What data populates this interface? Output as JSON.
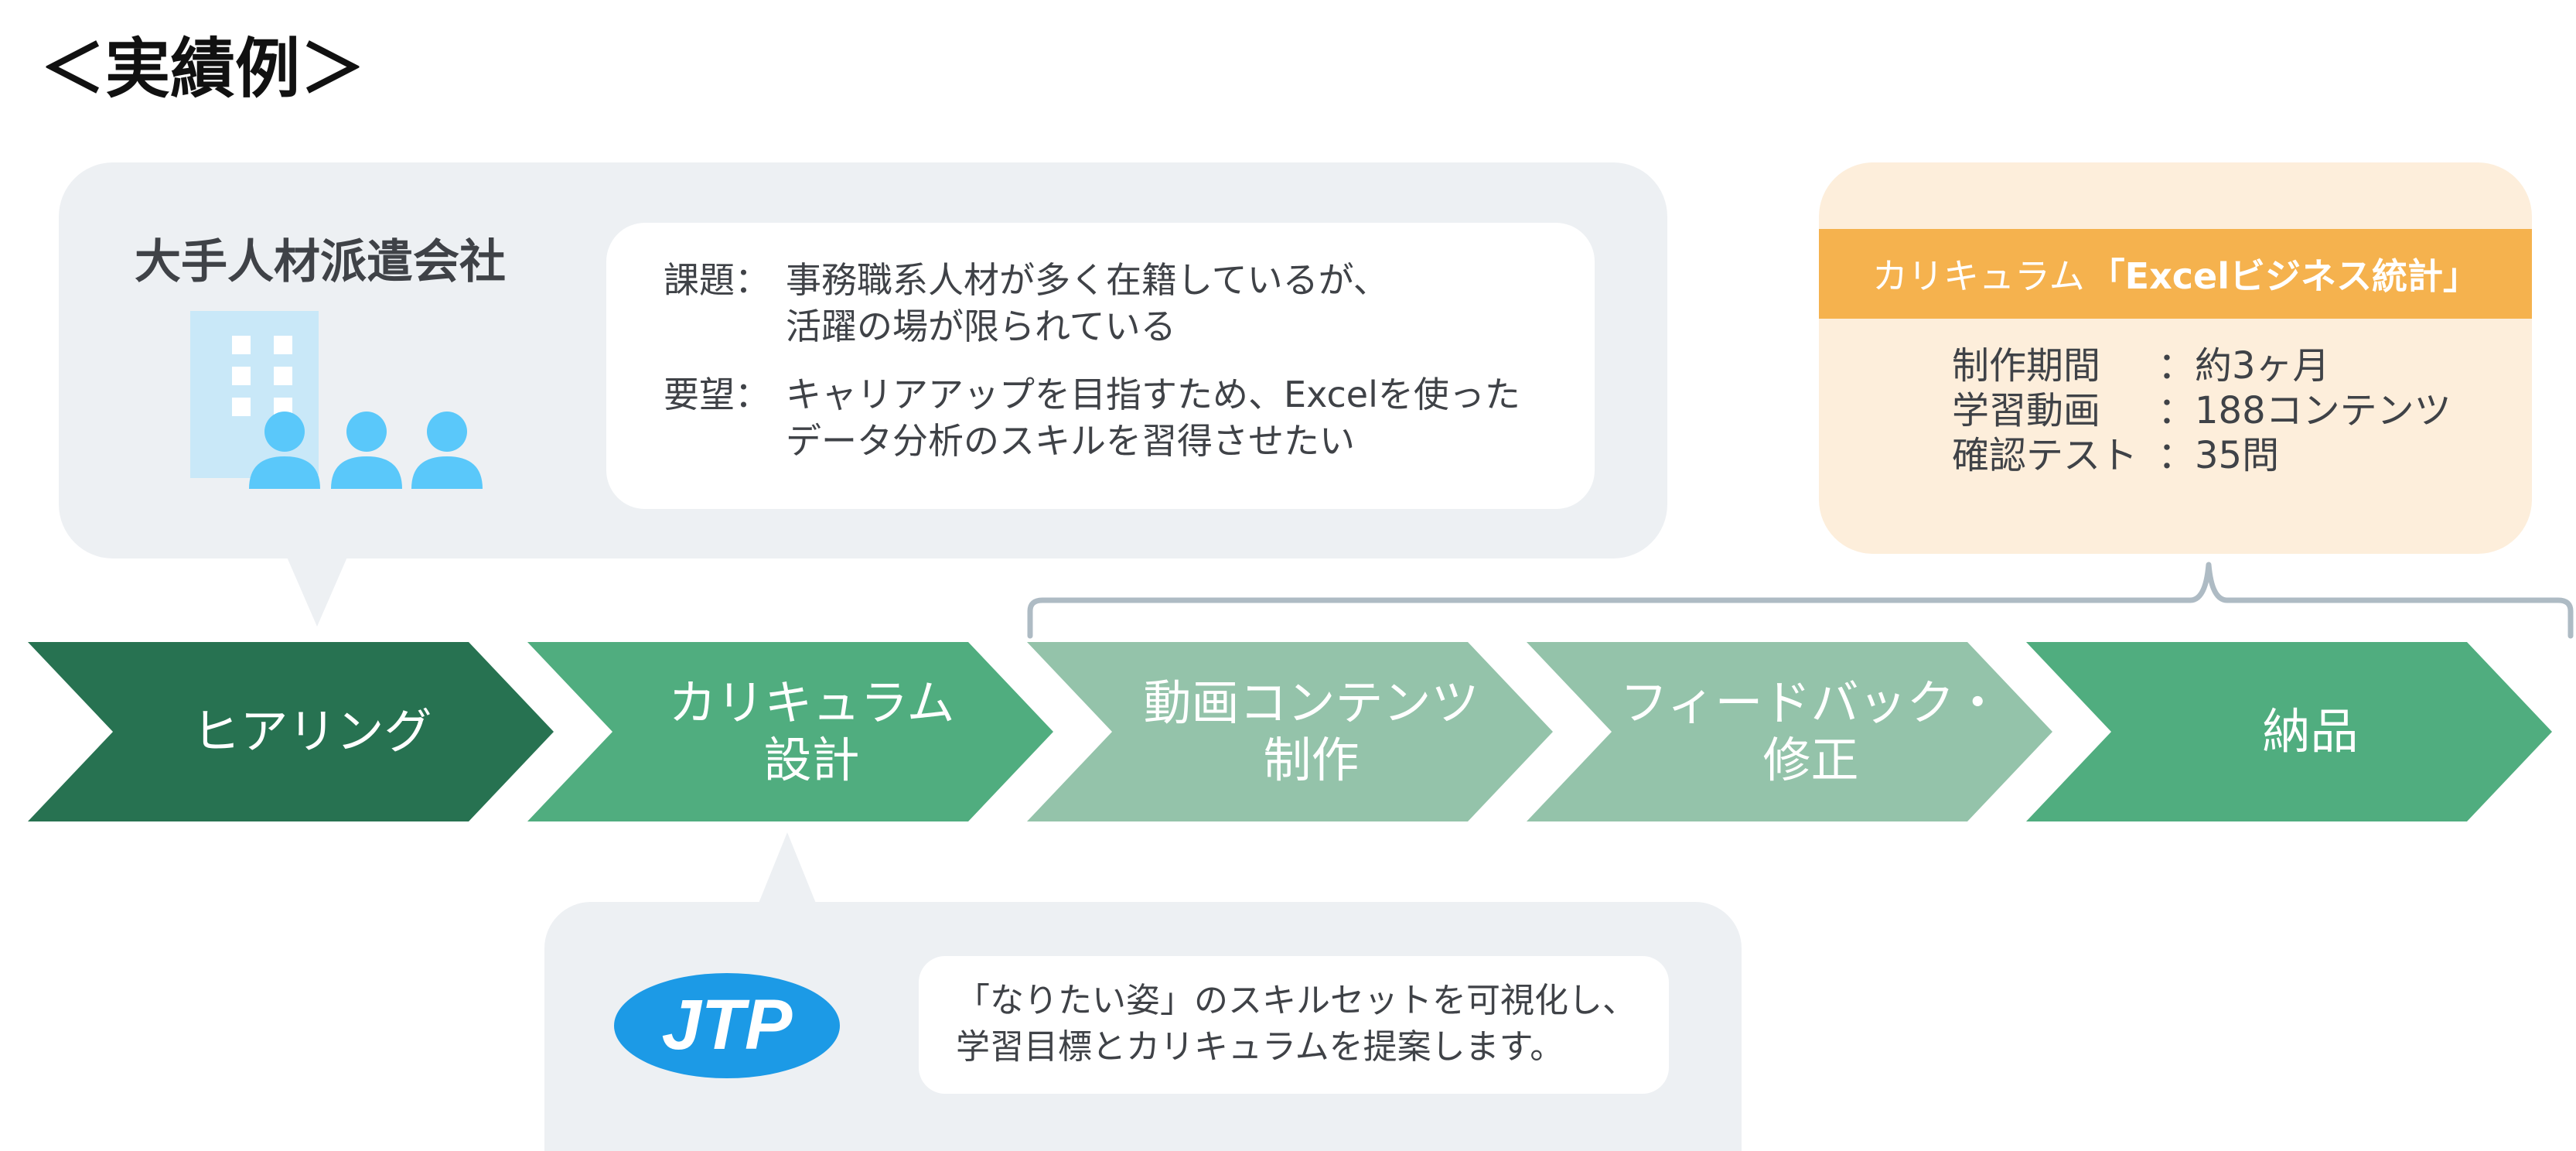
{
  "page_title": "＜実績例＞",
  "client": {
    "name": "大手人材派遣会社",
    "issue_label": "課題：",
    "issue_lines": [
      "事務職系人材が多く在籍しているが、",
      "活躍の場が限られている"
    ],
    "request_label": "要望：",
    "request_lines": [
      "キャリアアップを目指すため、Excelを使った",
      "データ分析のスキルを習得させたい"
    ]
  },
  "curriculum": {
    "title_prefix": "カリキュラム",
    "title_name": "「Excelビジネス統計」",
    "stats": [
      {
        "key": "制作期間",
        "sep": "：",
        "value": "約3ヶ月"
      },
      {
        "key": "学習動画",
        "sep": "：",
        "value": "188コンテンツ"
      },
      {
        "key": "確認テスト",
        "sep": "：",
        "value": "35問"
      }
    ]
  },
  "flow_steps": [
    {
      "label": "ヒアリング",
      "color": "#277251"
    },
    {
      "label": "カリキュラム\n設計",
      "color": "#50ad7f"
    },
    {
      "label": "動画コンテンツ\n制作",
      "color": "#94c3aa"
    },
    {
      "label": "フィードバック・\n修正",
      "color": "#94c3aa"
    },
    {
      "label": "納品",
      "color": "#50ad7f"
    }
  ],
  "jtp": {
    "logo_text": "JTP",
    "lines": [
      "「なりたい姿」のスキルセットを可視化し、",
      "学習目標とカリキュラムを提案します。"
    ]
  },
  "colors": {
    "bubble_bg": "#edf0f3",
    "building": "#c9e8f8",
    "person": "#5ac8fa",
    "logo_blue": "#1c9ae6",
    "bracket": "#aebbc4",
    "cur_header": "#f5b24e",
    "cur_bg": "#fdeedb"
  }
}
